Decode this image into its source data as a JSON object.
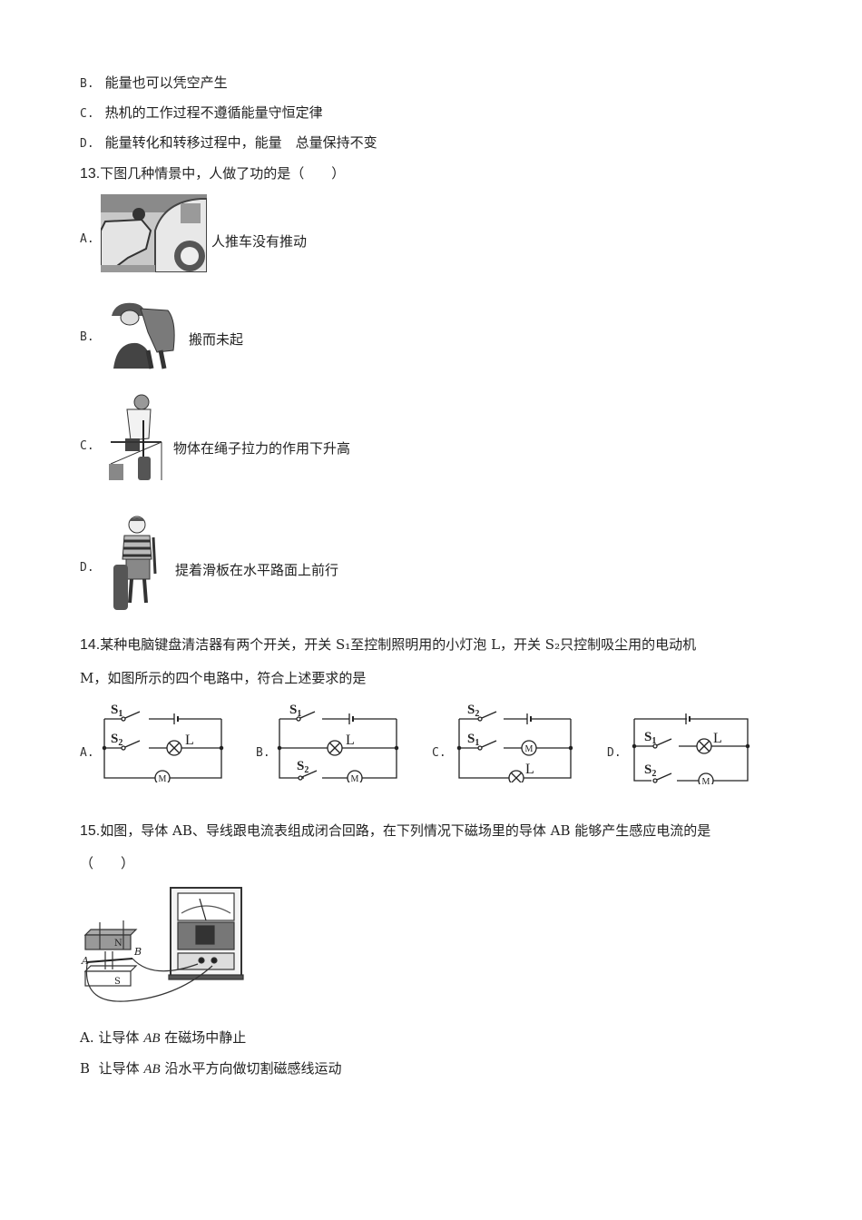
{
  "q12_tail": {
    "options": [
      {
        "letter": "B.",
        "text": "能量也可以凭空产生"
      },
      {
        "letter": "C.",
        "text": "热机的工作过程不遵循能量守恒定律"
      },
      {
        "letter": "D.",
        "text": "能量转化和转移过程中，能量　总量保持不变"
      }
    ]
  },
  "q13": {
    "number": "13.",
    "stem": "下图几种情景中，人做了功的是（　　）",
    "options": [
      {
        "letter": "A.",
        "caption": "人推车没有推动",
        "image": "person-pushing-car"
      },
      {
        "letter": "B.",
        "caption": "搬而未起",
        "image": "person-lifting-rock"
      },
      {
        "letter": "C.",
        "caption": "物体在绳子拉力的作用下升高",
        "image": "person-pulling-rope"
      },
      {
        "letter": "D.",
        "caption": "提着滑板在水平路面上前行",
        "image": "boy-carrying-skateboard"
      }
    ]
  },
  "q14": {
    "number": "14.",
    "stem_line1": "某种电脑键盘清洁器有两个开关，开关 S₁至控制照明用的小灯泡 L，开关 S₂只控制吸尘用的电动机",
    "stem_line2": "M，如图所示的四个电路中，符合上述要求的是",
    "options": [
      {
        "letter": "A."
      },
      {
        "letter": "B."
      },
      {
        "letter": "C."
      },
      {
        "letter": "D."
      }
    ],
    "labels": {
      "s1": "S",
      "s2": "S",
      "sub1": "1",
      "sub2": "2",
      "lamp": "L",
      "motor": "M"
    }
  },
  "q15": {
    "number": "15.",
    "stem_line1": "如图，导体 AB、导线跟电流表组成闭合回路，在下列情况下磁场里的导体 AB 能够产生感应电流的是",
    "stem_line2": "（　　）",
    "figure_labels": {
      "north": "N",
      "south": "S",
      "a": "A",
      "b": "B"
    },
    "options": [
      {
        "letter": "A.",
        "text_pre": "让导体",
        "italic": "AB",
        "text_post": "在磁场中静止"
      },
      {
        "letter": "B",
        "text_pre": "让导体",
        "italic": "AB",
        "text_post": "沿水平方向做切割磁感线运动"
      }
    ]
  }
}
